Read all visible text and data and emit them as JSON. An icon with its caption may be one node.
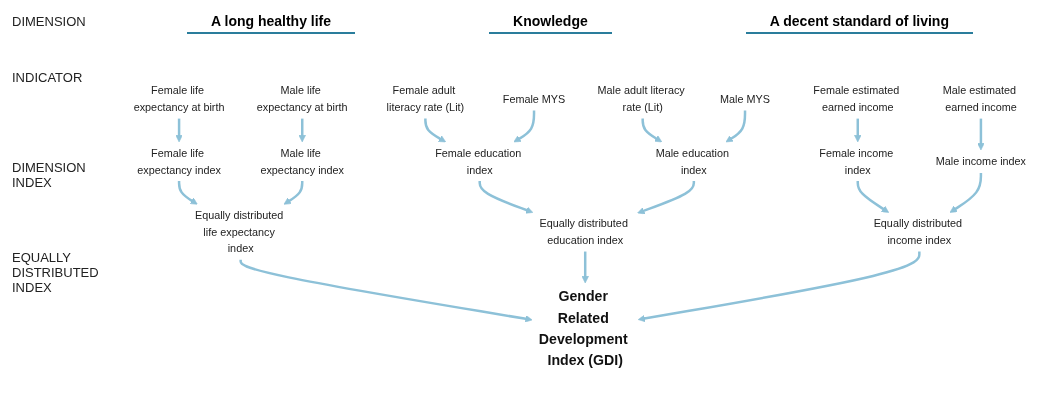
{
  "diagram": {
    "nodes": [
      {
        "text": [
          "Female life expectancy at birth"
        ]
      },
      {
        "text": [
          "Male life expectancy at birth"
        ]
      },
      {
        "text": [
          "Female adult literacy rate (Lit)"
        ]
      },
      {
        "text": [
          "Female MYS"
        ]
      },
      {
        "text": [
          "Male adult literacy rate (Lit)"
        ]
      },
      {
        "text": [
          "Male MYS"
        ]
      },
      {
        "text": [
          "Female estimated earned income"
        ]
      },
      {
        "text": [
          "Male estimated earned income"
        ]
      },
      {
        "text": [
          "Female life expectancy index"
        ]
      },
      {
        "text": [
          "Male life expectancy index"
        ]
      },
      {
        "text": [
          "Female education index"
        ]
      },
      {
        "text": [
          "Male education index"
        ]
      },
      {
        "text": [
          "Female income index"
        ]
      },
      {
        "text": [
          "Male income index"
        ]
      },
      {
        "text": [
          "Equally distributed life expectancy index"
        ]
      },
      {
        "text": [
          "Equally distributed education index"
        ]
      },
      {
        "text": [
          "Equally distributed income index"
        ]
      },
      {
        "text": [
          "Gender Related Development Index (GDI)"
        ]
      }
    ],
    "edges": [
      {
        "from": 0,
        "to": 8,
        "arrow": "to"
      },
      {
        "from": 1,
        "to": 9,
        "arrow": "to"
      },
      {
        "from": 2,
        "to": 10,
        "arrow": "to"
      },
      {
        "from": 3,
        "to": 10,
        "arrow": "to"
      },
      {
        "from": 4,
        "to": 11,
        "arrow": "to"
      },
      {
        "from": 5,
        "to": 11,
        "arrow": "to"
      },
      {
        "from": 6,
        "to": 12,
        "arrow": "to"
      },
      {
        "from": 7,
        "to": 13,
        "arrow": "to"
      },
      {
        "from": 8,
        "to": 14,
        "arrow": "to"
      },
      {
        "from": 9,
        "to": 14,
        "arrow": "to"
      },
      {
        "from": 10,
        "to": 15,
        "arrow": "to"
      },
      {
        "from": 11,
        "to": 15,
        "arrow": "to"
      },
      {
        "from": 12,
        "to": 16,
        "arrow": "to"
      },
      {
        "from": 13,
        "to": 16,
        "arrow": "to"
      },
      {
        "from": 14,
        "to": 17,
        "arrow": "to"
      },
      {
        "from": 15,
        "to": 17,
        "arrow": "to"
      },
      {
        "from": 16,
        "to": 17,
        "arrow": "to"
      }
    ],
    "labels": [
      "DIMENSION",
      "A long healthy life",
      "Knowledge",
      "A decent standard of living",
      "INDICATOR",
      "DIMENSION INDEX",
      "EQUALLY DISTRIBUTED INDEX"
    ]
  }
}
